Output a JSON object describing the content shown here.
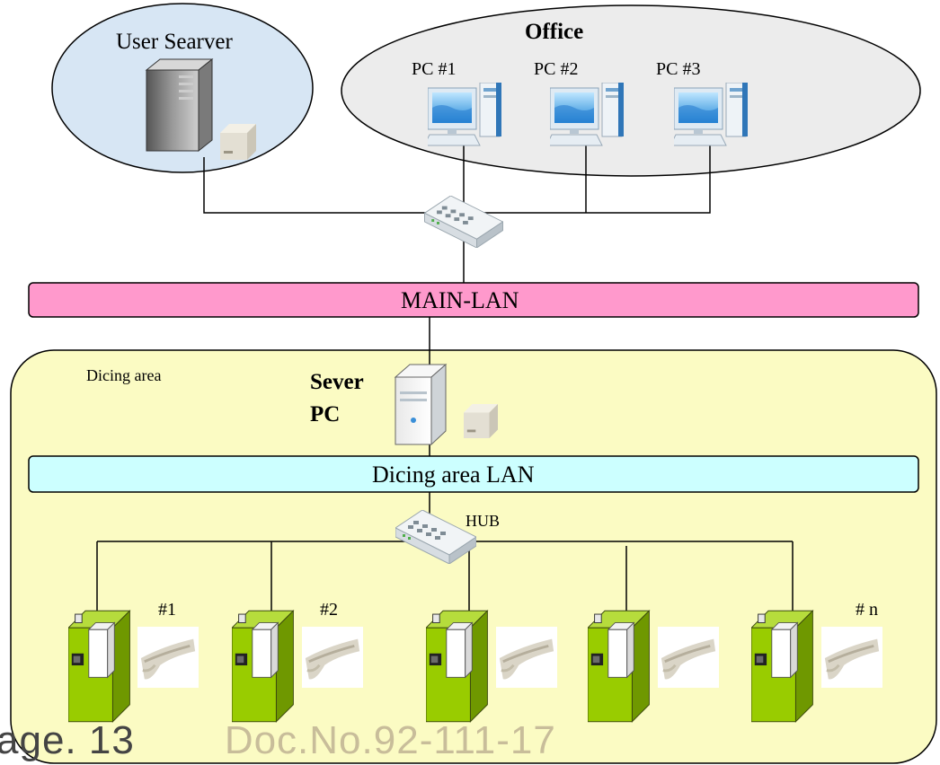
{
  "zones": {
    "user_server": {
      "title": "User Searver",
      "fill": "#d7e6f4"
    },
    "office": {
      "title": "Office",
      "fill": "#ececec"
    },
    "dicing_area": {
      "title": "Dicing area",
      "fill": "#fbfbc3"
    }
  },
  "office_pcs": [
    "PC #1",
    "PC #2",
    "PC #3"
  ],
  "main_lan": {
    "label": "MAIN-LAN",
    "fill": "#ff99cc"
  },
  "server_pc": {
    "line1": "Sever",
    "line2": "PC"
  },
  "dicing_lan": {
    "label": "Dicing area LAN",
    "fill": "#ccffff"
  },
  "hub": {
    "label": "HUB"
  },
  "machine_labels": [
    "#1",
    "#2",
    "",
    "",
    "# n"
  ],
  "machine_color": "#99cc00",
  "icons": [
    "server-tower-icon",
    "ups-icon",
    "desktop-pc-icon",
    "network-hub-icon",
    "dicing-machine-icon",
    "barcode-scanner-icon"
  ],
  "footer": {
    "page": "age. 13",
    "doc": "Doc.No.92-111-17"
  }
}
